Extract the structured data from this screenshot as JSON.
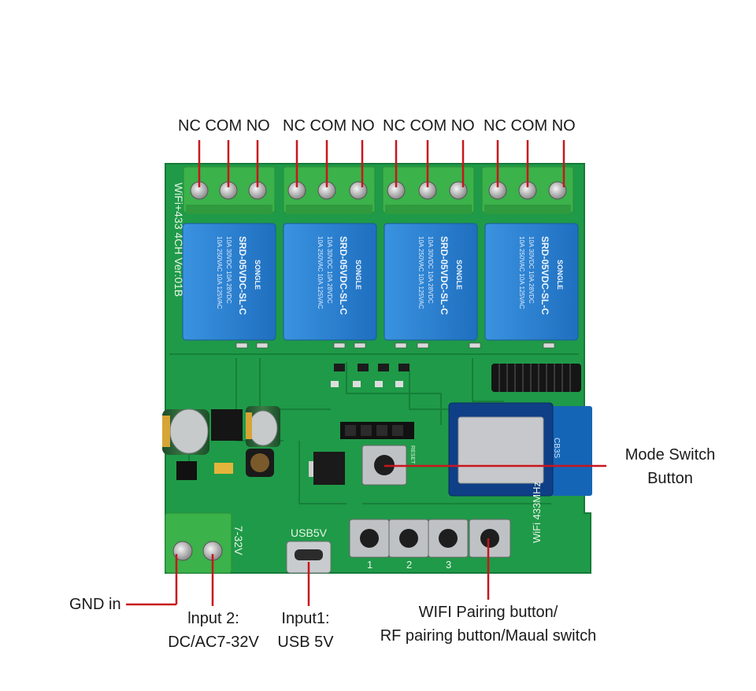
{
  "terminal_groups": [
    {
      "nc": "NC",
      "com": "COM",
      "no": "NO"
    },
    {
      "nc": "NC",
      "com": "COM",
      "no": "NO"
    },
    {
      "nc": "NC",
      "com": "COM",
      "no": "NO"
    },
    {
      "nc": "NC",
      "com": "COM",
      "no": "NO"
    }
  ],
  "board": {
    "silk_top_left": "WiFi+433 4CH Ver:01B",
    "relay_brand": "SONGLE",
    "relay_model": "SRD-05VDC-SL-C",
    "relay_rating_1": "10A 250VAC 10A 125VAC",
    "relay_rating_2": "10A 30VDC 10A 28VDC",
    "voltage_silk": "7-32V",
    "usb_silk": "USB5V",
    "module_silk": "CB3S",
    "reset_silk": "RESET",
    "button_numbers": [
      "1",
      "2",
      "3"
    ],
    "bottom_right_silk": "WiFi 433MHz"
  },
  "callouts": {
    "mode_switch": [
      "Mode Switch",
      "Button"
    ],
    "gnd_in": "GND in",
    "input2": [
      "lnput 2:",
      "DC/AC7-32V"
    ],
    "input1": [
      "Input1:",
      "USB 5V"
    ],
    "pairing": [
      "WIFI Pairing button/",
      "RF pairing button/Maual switch"
    ]
  },
  "colors": {
    "pcb": "#1f9a48",
    "pcb_dark": "#137a37",
    "terminal": "#3bb24a",
    "relay": "#2a7fd0",
    "leader": "#c8161d"
  }
}
